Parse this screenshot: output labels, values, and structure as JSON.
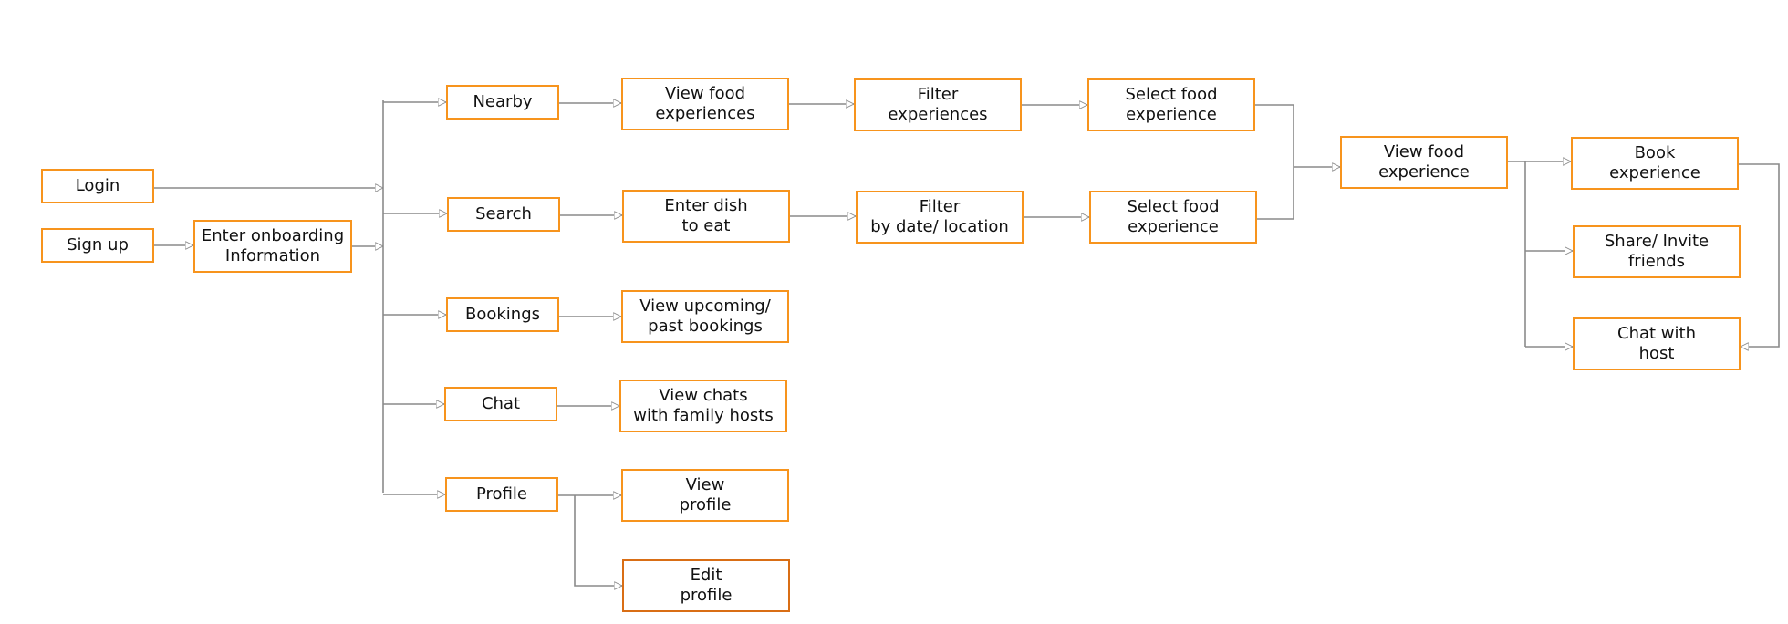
{
  "colors": {
    "box_border": "#f7941d",
    "box_border_dark": "#d96e15",
    "connector": "#8a8a8a",
    "background": "#ffffff"
  },
  "nodes": {
    "login": "Login",
    "signup": "Sign up",
    "onboarding": "Enter onboarding\nInformation",
    "nearby": "Nearby",
    "search": "Search",
    "bookings": "Bookings",
    "chat": "Chat",
    "profile": "Profile",
    "view_food_experiences": "View food\nexperiences",
    "enter_dish": "Enter dish\nto eat",
    "view_bookings": "View upcoming/\npast bookings",
    "view_chats": "View chats\nwith family hosts",
    "view_profile": "View\nprofile",
    "edit_profile": "Edit\nprofile",
    "filter_experiences": "Filter\nexperiences",
    "filter_date_location": "Filter\nby date/ location",
    "select_food_1": "Select food\nexperience",
    "select_food_2": "Select food\nexperience",
    "view_food_experience": "View food\nexperience",
    "book_experience": "Book\nexperience",
    "share_invite": "Share/ Invite\nfriends",
    "chat_host": "Chat with\nhost"
  }
}
